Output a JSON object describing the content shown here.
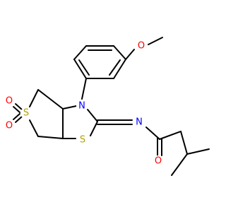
{
  "molecule": {
    "colors": {
      "bond": "#000000",
      "oxygen": "#ff0000",
      "nitrogen": "#0000ff",
      "sulfur": "#b2a200",
      "background": "#ffffff"
    },
    "atoms": [
      {
        "id": "o_methoxy",
        "label": "O",
        "color": "oxygen"
      },
      {
        "id": "n_ring",
        "label": "N",
        "color": "nitrogen"
      },
      {
        "id": "n_imine",
        "label": "N",
        "color": "nitrogen"
      },
      {
        "id": "s_sulfone",
        "label": "S",
        "color": "sulfur"
      },
      {
        "id": "o_sulfone_top",
        "label": "O",
        "color": "oxygen"
      },
      {
        "id": "o_sulfone_bottom",
        "label": "O",
        "color": "oxygen"
      },
      {
        "id": "s_thiazole",
        "label": "S",
        "color": "sulfur"
      },
      {
        "id": "o_carbonyl",
        "label": "O",
        "color": "oxygen"
      }
    ]
  }
}
